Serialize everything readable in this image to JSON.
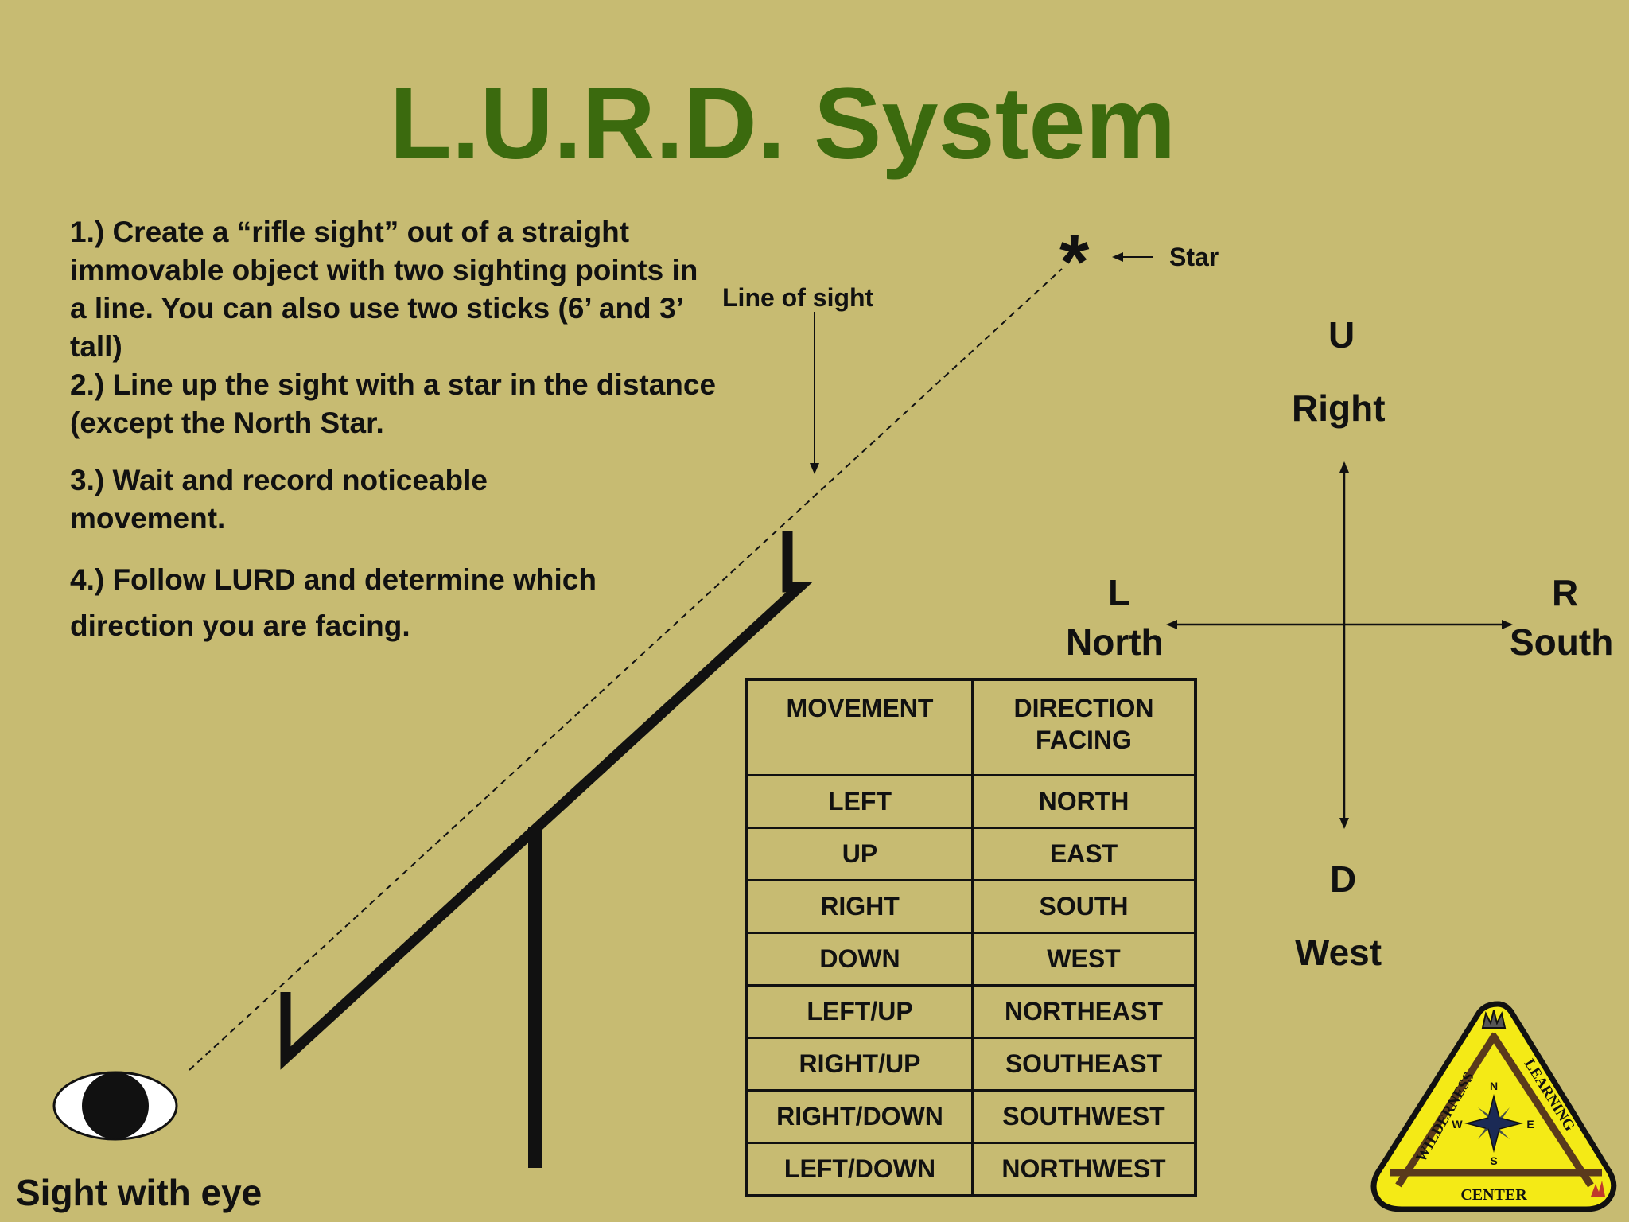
{
  "title": "L.U.R.D. System",
  "steps": [
    "1.) Create a “rifle sight” out of a straight immovable object with two sighting points in a line. You can also use two sticks (6’ and 3’ tall)",
    "2.) Line up the sight with a star in the distance (except the North Star.",
    "3.) Wait and record noticeable movement.",
    "4.) Follow LURD and determine which direction you are facing."
  ],
  "diagram": {
    "star_symbol": "*",
    "star_label": "Star",
    "line_of_sight_label": "Line of sight",
    "eye_label": "Sight with eye"
  },
  "compass": {
    "up_letter": "U",
    "up_direction": "Right",
    "left_letter": "L",
    "left_direction": "North",
    "right_letter": "R",
    "right_direction": "South",
    "down_letter": "D",
    "down_direction": "West"
  },
  "table": {
    "headers": [
      "MOVEMENT",
      "DIRECTION FACING"
    ],
    "rows": [
      [
        "LEFT",
        "NORTH"
      ],
      [
        "UP",
        "EAST"
      ],
      [
        "RIGHT",
        "SOUTH"
      ],
      [
        "DOWN",
        "WEST"
      ],
      [
        "LEFT/UP",
        "NORTHEAST"
      ],
      [
        "RIGHT/UP",
        "SOUTHEAST"
      ],
      [
        "RIGHT/DOWN",
        "SOUTHWEST"
      ],
      [
        "LEFT/DOWN",
        "NORTHWEST"
      ]
    ]
  },
  "logo": {
    "text_top_left": "WILDERNESS",
    "text_top_right": "LEARNING",
    "text_bottom": "CENTER",
    "compass_n": "N",
    "compass_s": "S",
    "compass_e": "E",
    "compass_w": "W"
  },
  "colors": {
    "background": "#c7bb72",
    "title": "#3b6a0e",
    "logo_fill": "#f4ea16"
  }
}
